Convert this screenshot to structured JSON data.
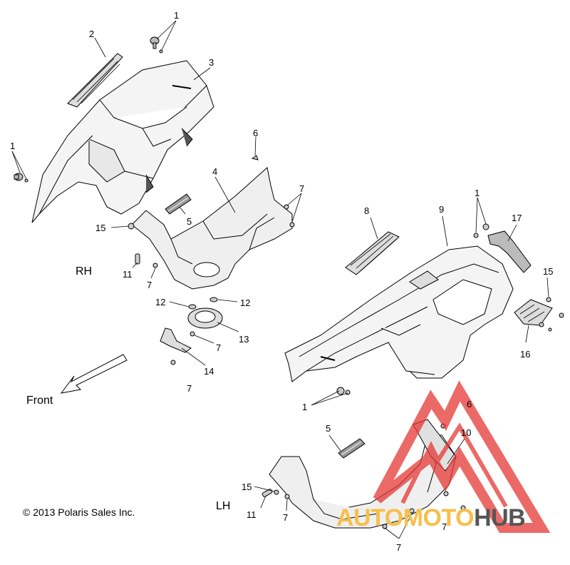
{
  "callouts": {
    "c1a": "1",
    "c2": "2",
    "c3": "3",
    "c1b": "1",
    "c6a": "6",
    "c4": "4",
    "c7a": "7",
    "c5a": "5",
    "c15a": "15",
    "c11a": "11",
    "c7b": "7",
    "c12a": "12",
    "c12b": "12",
    "c13": "13",
    "c7c": "7",
    "c14": "14",
    "c7d": "7",
    "c8": "8",
    "c9": "9",
    "c1c": "1",
    "c17": "17",
    "c15b": "15",
    "c16": "16",
    "c1d": "1",
    "c6b": "6",
    "c5b": "5",
    "c10": "10",
    "c15c": "15",
    "c11b": "11",
    "c7e": "7",
    "c7f": "7",
    "c7g": "7"
  },
  "labels": {
    "rh": "RH",
    "lh": "LH",
    "front": "Front",
    "copyright": "© 2013 Polaris Sales Inc."
  },
  "watermark": {
    "part1": "AUTOMOTO",
    "part2": "HUB",
    "color_accent": "#f5c04a",
    "color_dark": "#555555",
    "triangle_color": "#e53935"
  }
}
